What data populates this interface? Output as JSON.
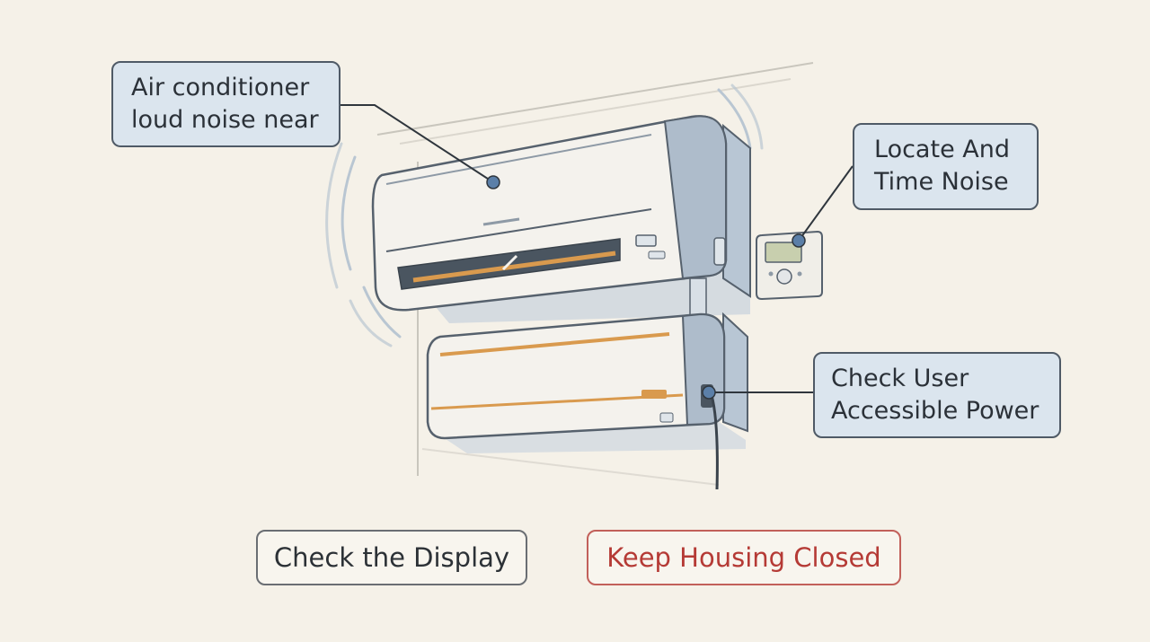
{
  "callouts": {
    "noise": {
      "line1": "Air conditioner",
      "line2": "loud noise near"
    },
    "locate": {
      "line1": "Locate And",
      "line2": "Time Noise"
    },
    "power": {
      "line1": "Check User",
      "line2": "Accessible Power"
    }
  },
  "buttons": {
    "display": "Check the Display",
    "housing": "Keep Housing Closed"
  },
  "colors": {
    "background": "#f5f1e8",
    "callout_fill": "#dbe5ee",
    "callout_border": "#4f5a66",
    "warning_text": "#b53a35",
    "accent_orange": "#d99a4e",
    "unit_body": "#f4f2ed",
    "unit_shade": "#aebccb"
  },
  "icons": [
    "air-conditioner-upper-unit",
    "air-conditioner-lower-unit",
    "thermostat-icon",
    "power-cable-icon",
    "vibration-lines-icon"
  ]
}
